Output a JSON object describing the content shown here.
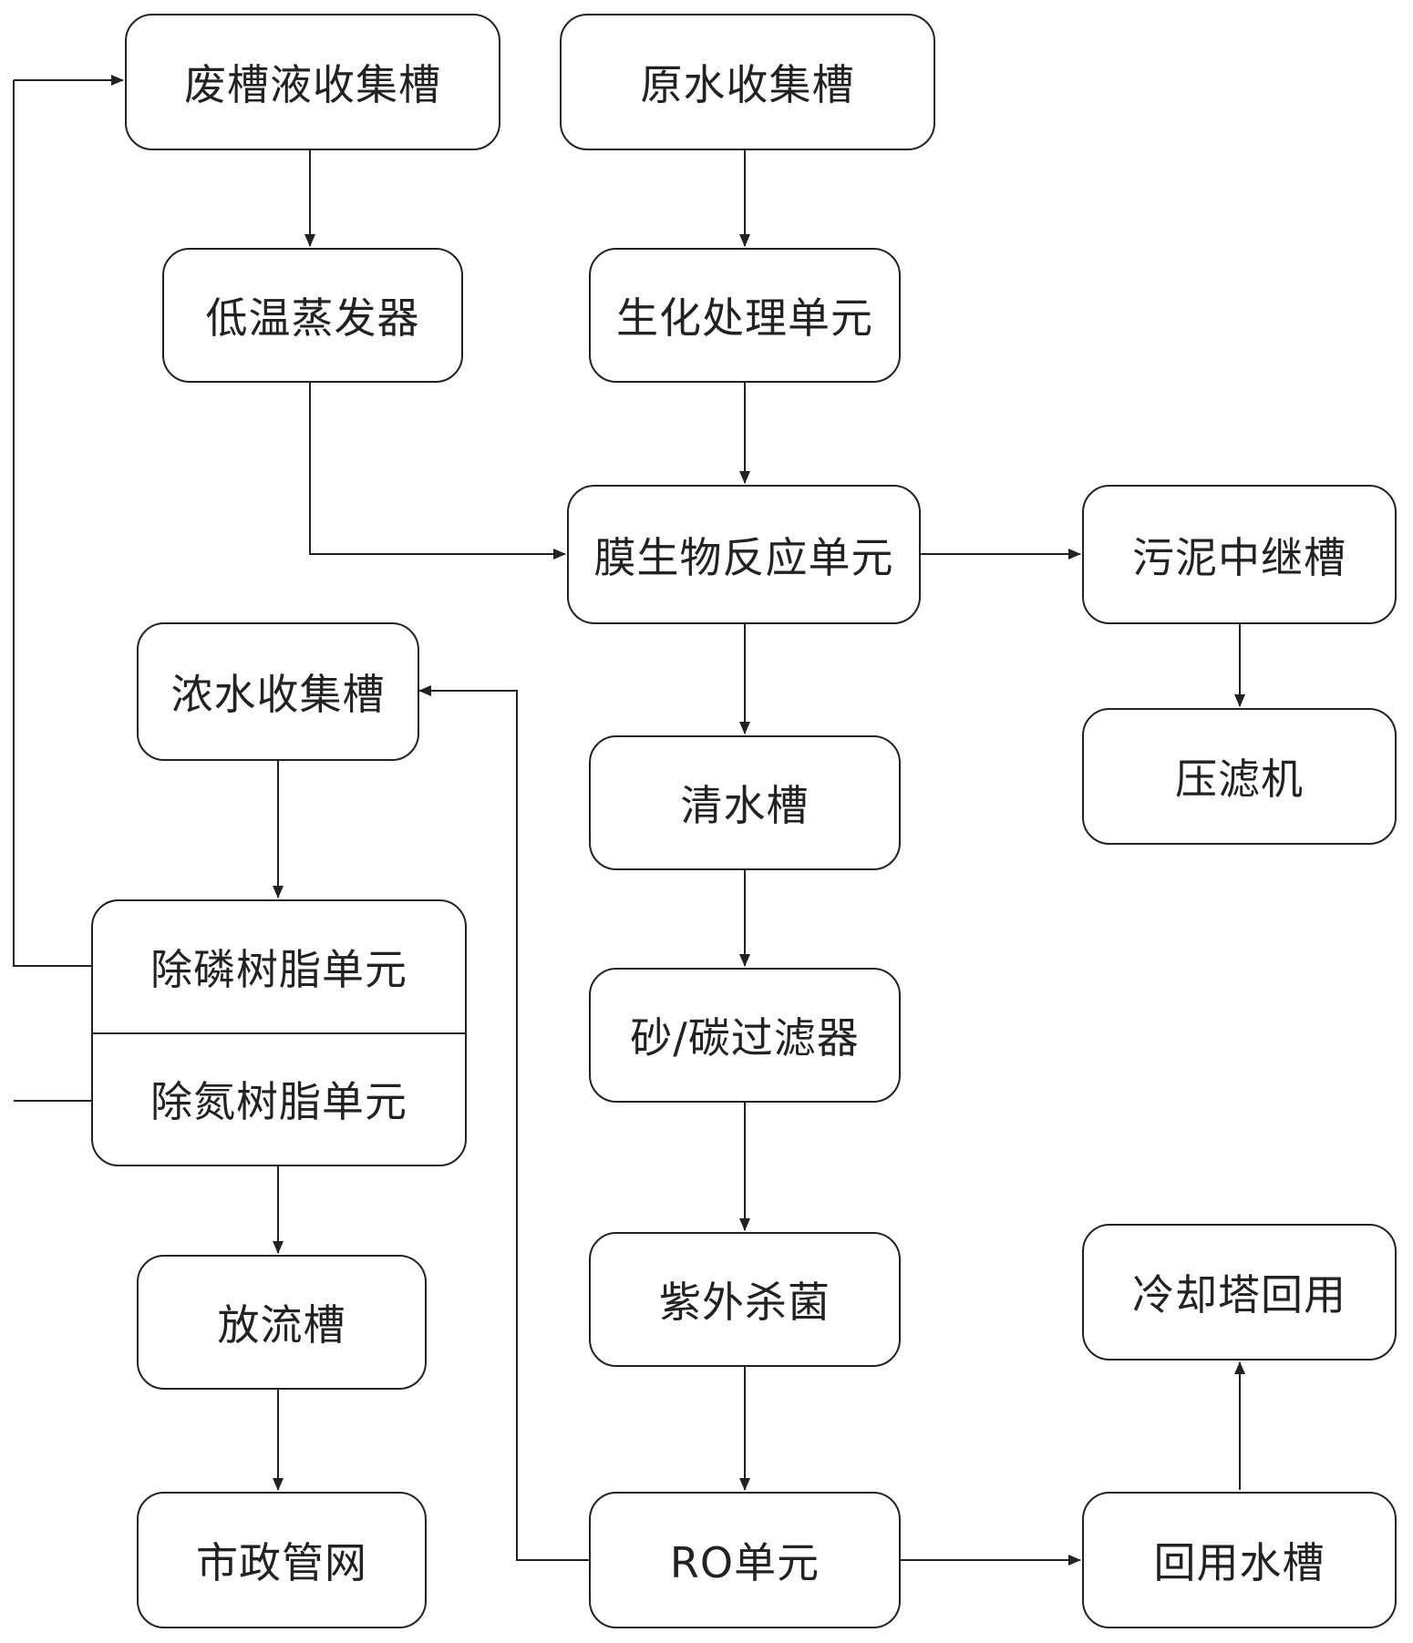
{
  "nodes": {
    "waste_liquor_tank": "废槽液收集槽",
    "raw_water_tank": "原水收集槽",
    "low_temp_evaporator": "低温蒸发器",
    "biochem_unit": "生化处理单元",
    "mbr_unit": "膜生物反应单元",
    "sludge_relay_tank": "污泥中继槽",
    "concentrate_tank": "浓水收集槽",
    "filter_press": "压滤机",
    "clear_water_tank": "清水槽",
    "phosphorus_resin_unit": "除磷树脂单元",
    "nitrogen_resin_unit": "除氮树脂单元",
    "sand_carbon_filter": "砂/碳过滤器",
    "uv_sterilization": "紫外杀菌",
    "cooling_tower_reuse": "冷却塔回用",
    "discharge_tank": "放流槽",
    "municipal_network": "市政管网",
    "ro_unit": "RO单元",
    "reuse_water_tank": "回用水槽"
  }
}
